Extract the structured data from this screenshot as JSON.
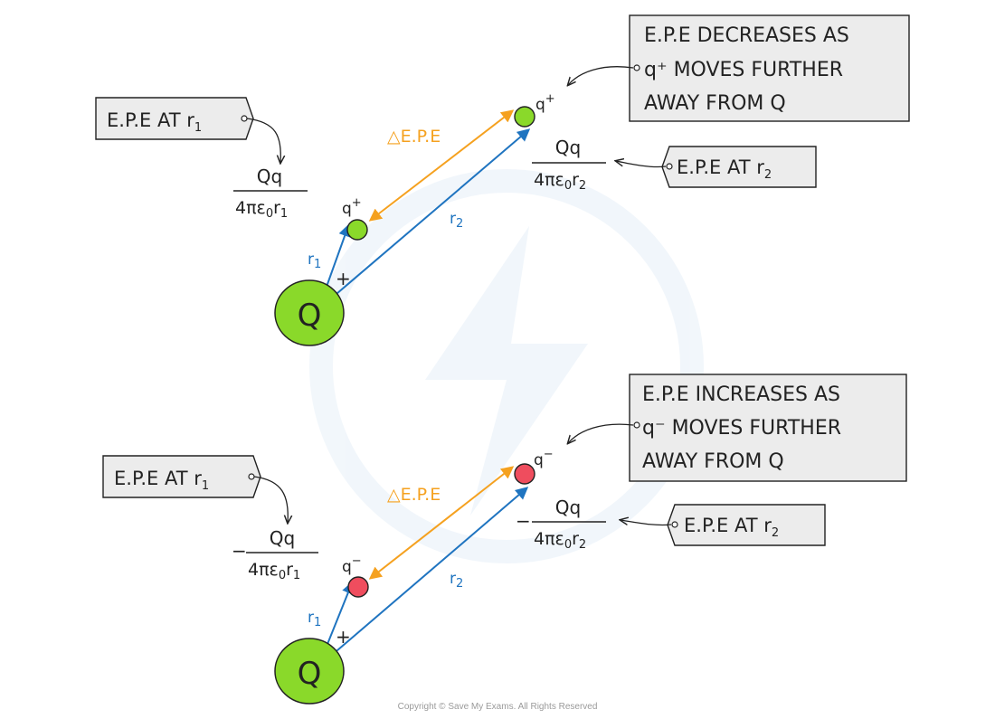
{
  "colors": {
    "blue": "#1f74c0",
    "orange": "#f5a11f",
    "green": "#8ad92a",
    "red": "#ef4d5e",
    "box_fill": "#ececec",
    "ink": "#222222"
  },
  "top": {
    "tag_r1": {
      "text": "E.P.E AT r",
      "sub": "1"
    },
    "tag_r2": {
      "text": "E.P.E AT r",
      "sub": "2"
    },
    "note_lines": [
      "E.P.E DECREASES AS",
      "q⁺ MOVES FURTHER",
      "AWAY FROM Q"
    ],
    "delta_label": "△E.P.E",
    "source_label": "Q",
    "source_sign": "+",
    "charge_near": {
      "label": "q",
      "sup": "+"
    },
    "charge_far": {
      "label": "q",
      "sup": "+"
    },
    "r1_label": {
      "text": "r",
      "sub": "1"
    },
    "r2_label": {
      "text": "r",
      "sub": "2"
    },
    "formula_r1": {
      "sign": "",
      "num": "Qq",
      "den": "4πε",
      "den_sub": "0",
      "den_r": "r",
      "den_r_sub": "1"
    },
    "formula_r2": {
      "sign": "",
      "num": "Qq",
      "den": "4πε",
      "den_sub": "0",
      "den_r": "r",
      "den_r_sub": "2"
    }
  },
  "bottom": {
    "tag_r1": {
      "text": "E.P.E AT r",
      "sub": "1"
    },
    "tag_r2": {
      "text": "E.P.E AT r",
      "sub": "2"
    },
    "note_lines": [
      "E.P.E INCREASES AS",
      "q⁻ MOVES FURTHER",
      "AWAY FROM Q"
    ],
    "delta_label": "△E.P.E",
    "source_label": "Q",
    "source_sign": "+",
    "charge_near": {
      "label": "q",
      "sup": "−"
    },
    "charge_far": {
      "label": "q",
      "sup": "−"
    },
    "r1_label": {
      "text": "r",
      "sub": "1"
    },
    "r2_label": {
      "text": "r",
      "sub": "2"
    },
    "formula_r1": {
      "sign": "−",
      "num": "Qq",
      "den": "4πε",
      "den_sub": "0",
      "den_r": "r",
      "den_r_sub": "1"
    },
    "formula_r2": {
      "sign": "−",
      "num": "Qq",
      "den": "4πε",
      "den_sub": "0",
      "den_r": "r",
      "den_r_sub": "2"
    }
  },
  "copyright": "Copyright © Save My Exams. All Rights Reserved"
}
